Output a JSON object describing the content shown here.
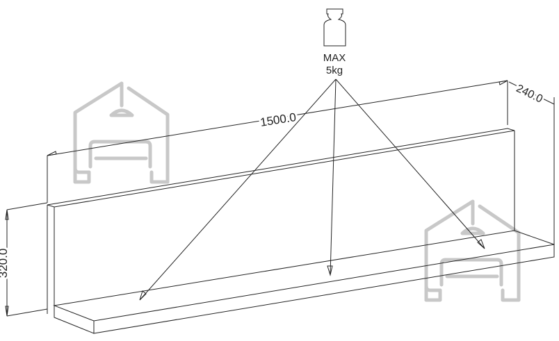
{
  "load": {
    "label_line1": "MAX",
    "label_line2": "5kg"
  },
  "dimensions": {
    "length": "1500.0",
    "depth": "240.0",
    "height": "320.0"
  },
  "colors": {
    "line": "#222222",
    "watermark": "#c8c8c8"
  }
}
